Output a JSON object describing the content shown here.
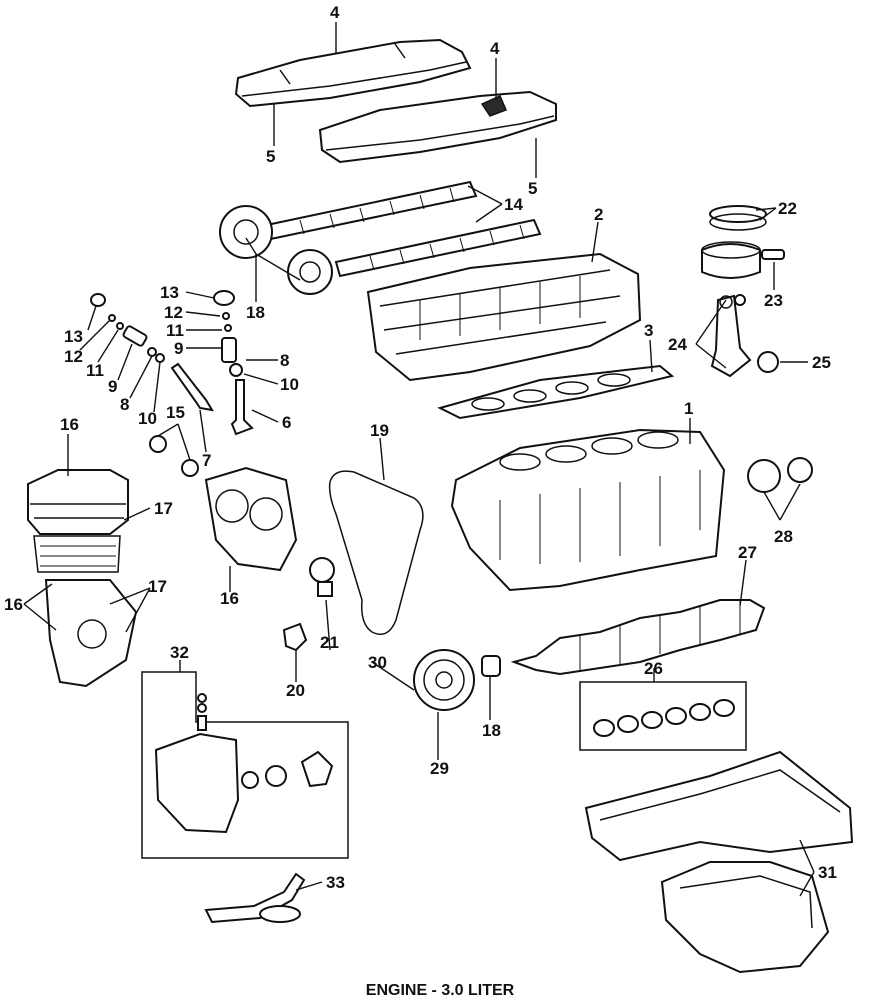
{
  "caption": "ENGINE - 3.0 LITER",
  "callouts": {
    "c1": "1",
    "c2": "2",
    "c3": "3",
    "c4a": "4",
    "c4b": "4",
    "c5a": "5",
    "c5b": "5",
    "c6": "6",
    "c7": "7",
    "c8a": "8",
    "c8b": "8",
    "c9a": "9",
    "c9b": "9",
    "c10a": "10",
    "c10b": "10",
    "c11a": "11",
    "c11b": "11",
    "c12a": "12",
    "c12b": "12",
    "c13a": "13",
    "c13b": "13",
    "c14": "14",
    "c15": "15",
    "c16a": "16",
    "c16b": "16",
    "c16c": "16",
    "c17a": "17",
    "c17b": "17",
    "c18a": "18",
    "c18b": "18",
    "c19": "19",
    "c20": "20",
    "c21": "21",
    "c22": "22",
    "c23": "23",
    "c24": "24",
    "c25": "25",
    "c26": "26",
    "c27": "27",
    "c28": "28",
    "c29": "29",
    "c30": "30",
    "c31": "31",
    "c32": "32",
    "c33": "33"
  }
}
